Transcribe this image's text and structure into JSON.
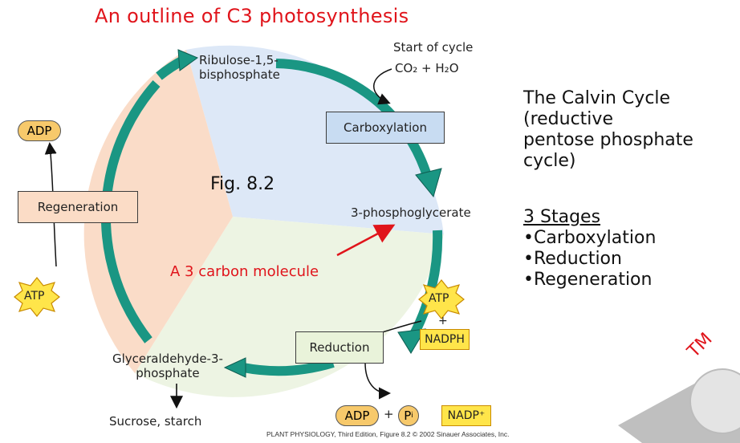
{
  "title": "An outline of C3 photosynthesis",
  "start_of_cycle": "Start of cycle",
  "inputs": "CO₂ + H₂O",
  "rubp_line1": "Ribulose-1,5-",
  "rubp_line2": "bisphosphate",
  "carboxylation": "Carboxylation",
  "fig": "Fig. 8.2",
  "pga": "3-phosphoglycerate",
  "annotation": "A 3 carbon molecule",
  "regeneration": "Regeneration",
  "reduction": "Reduction",
  "g3p_line1": "Glyceraldehyde-3-",
  "g3p_line2": "phosphate",
  "sucrose": "Sucrose, starch",
  "adp": "ADP",
  "atp": "ATP",
  "plus": "+",
  "nadph": "NADPH",
  "nadp": "NADP⁺",
  "pi": "P",
  "pi_sub": "i",
  "side": {
    "line1": "The Calvin Cycle",
    "line2": "(reductive",
    "line3": "pentose phosphate",
    "line4": "cycle)",
    "stages_heading": "3 Stages",
    "stages": [
      "•Carboxylation",
      "•Reduction",
      "•Regeneration"
    ]
  },
  "credit": "PLANT PHYSIOLOGY, Third Edition, Figure 8.2  © 2002 Sinauer Associates, Inc.",
  "watermark": "TM",
  "colors": {
    "title_red": "#e0141b",
    "cycle_arrow": "#1a9683",
    "carboxylation_sector": "#dde8f7",
    "reduction_sector": "#edf4e3",
    "regeneration_sector": "#fadcc8",
    "atp_star": "#ffe54a",
    "adp_pill": "#f7c96b"
  }
}
